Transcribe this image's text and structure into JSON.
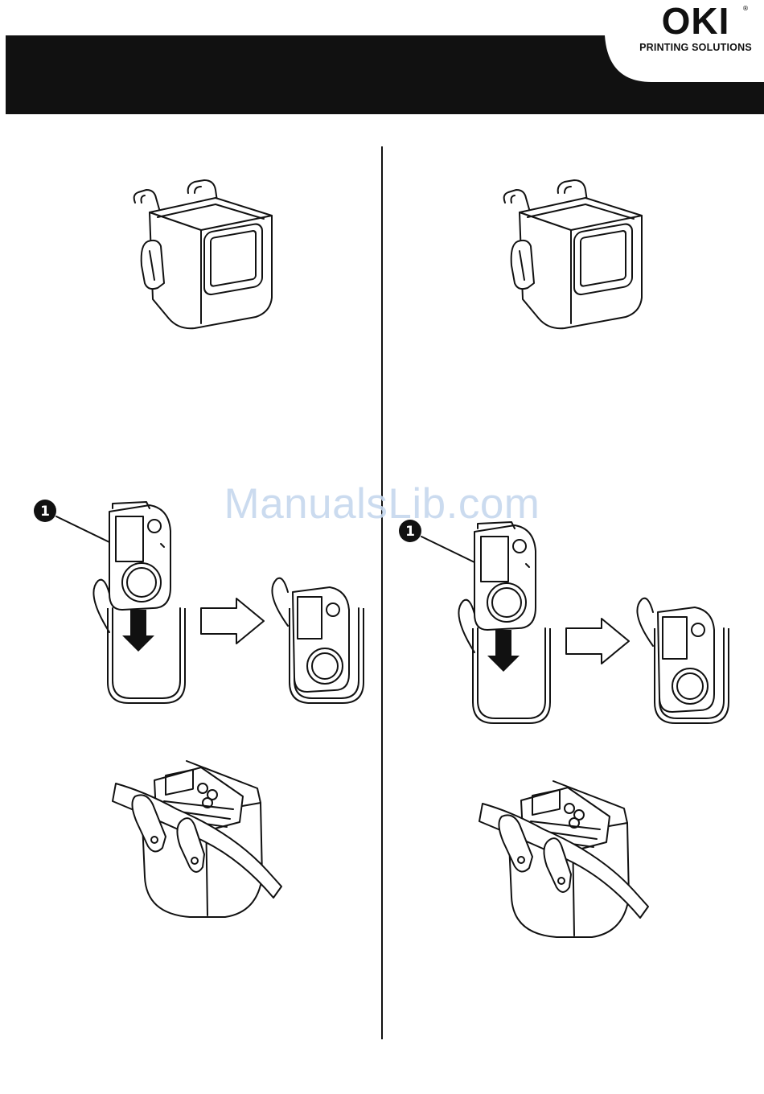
{
  "brand": {
    "logo": "OKI",
    "registered": "®",
    "tagline": "PRINTING SOLUTIONS"
  },
  "watermark": "ManualsLib.com",
  "colors": {
    "header_bar": "#111111",
    "line_art": "#111111",
    "watermark": "#c6d8ee"
  },
  "callouts": {
    "left_number": "1",
    "right_number": "1"
  }
}
